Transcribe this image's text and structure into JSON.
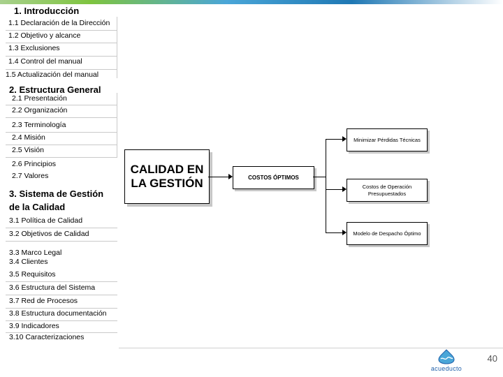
{
  "slide": {
    "outline": {
      "section1_title": "1. Introducción",
      "section1_items": [
        "1.1 Declaración de la Dirección",
        "1.2 Objetivo y alcance",
        "1.3 Exclusiones",
        "1.4 Control del  manual",
        "1.5 Actualización del manual"
      ],
      "section2_title": "2. Estructura General",
      "section2_items": [
        "2.1 Presentación",
        "2.2 Organización",
        "2.3 Terminología",
        "2.4 Misión",
        "2.5 Visión",
        "2.6 Principios",
        "2.7 Valores"
      ],
      "section3_title_line1": "3. Sistema de Gestión",
      "section3_title_line2": "de la Calidad",
      "section3_items": [
        "3.1 Política  de Calidad",
        "3.2 Objetivos de Calidad",
        "3.3 Marco Legal",
        "3.4 Clientes",
        "3.5 Requisitos",
        "3.6 Estructura del Sistema",
        "3.7 Red de Procesos",
        "3.8 Estructura documentación",
        "3.9 Indicadores",
        "3.10 Caracterizaciones"
      ]
    },
    "diagram": {
      "main_box": "CALIDAD EN LA GESTIÓN",
      "mid_box": "COSTOS ÓPTIMOS",
      "right_boxes": [
        "Minimizar Pérdidas Técnicas",
        "Costos de Operación Presupuestados",
        "Modelo de Despacho Óptimo"
      ]
    },
    "footer": {
      "logo_text": "acueducto",
      "page_number": "40"
    }
  }
}
